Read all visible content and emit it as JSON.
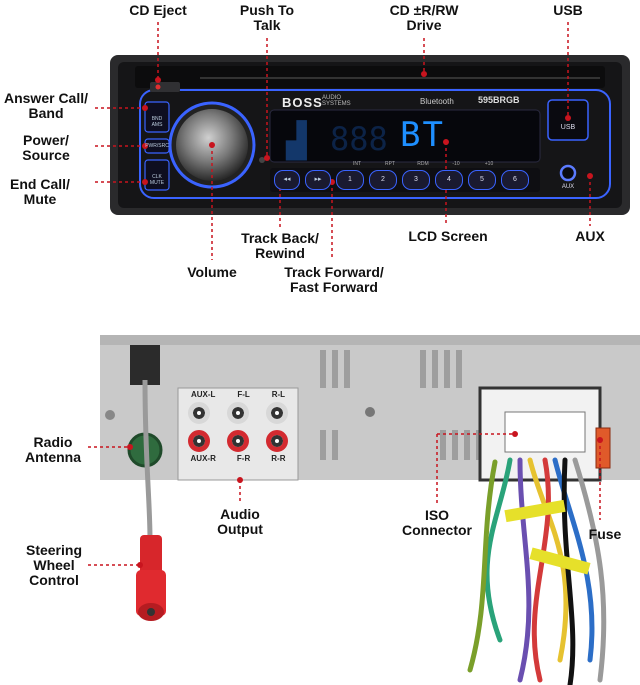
{
  "colors": {
    "leader": "#c8141e",
    "face": "#1a1a1c",
    "accent_blue": "#3a63ff",
    "lcd_text": "#1e8fff",
    "chassis": "#c9c9c9"
  },
  "callouts": {
    "cd_eject": "CD Eject",
    "push_to_talk_1": "Push To",
    "push_to_talk_2": "Talk",
    "cd_drive_1": "CD ±R/RW",
    "cd_drive_2": "Drive",
    "usb": "USB",
    "answer_call_1": "Answer Call/",
    "answer_call_2": "Band",
    "power_1": "Power/",
    "power_2": "Source",
    "end_call_1": "End Call/",
    "end_call_2": "Mute",
    "track_back_1": "Track Back/",
    "track_back_2": "Rewind",
    "lcd_screen": "LCD Screen",
    "aux": "AUX",
    "volume": "Volume",
    "track_forward_1": "Track Forward/",
    "track_forward_2": "Fast Forward",
    "radio_antenna_1": "Radio",
    "radio_antenna_2": "Antenna",
    "audio_output_1": "Audio",
    "audio_output_2": "Output",
    "iso_connector_1": "ISO",
    "iso_connector_2": "Connector",
    "fuse": "Fuse",
    "steering_1": "Steering",
    "steering_2": "Wheel",
    "steering_3": "Control"
  },
  "faceplate": {
    "brand": "BOSS",
    "brand_sub_1": "AUDIO",
    "brand_sub_2": "SYSTEMS",
    "bluetooth": "Bluetooth",
    "model": "595BRGB",
    "band_label_1": "BND",
    "band_label_2": "AMS",
    "power_label": "PWR/SRC",
    "mute_label_1": "CLK",
    "mute_label_2": "MUTE",
    "usb_label": "USB",
    "aux_label": "AUX",
    "lcd_display": "BT",
    "buttons": [
      {
        "number": "1",
        "caption": "INT"
      },
      {
        "number": "2",
        "caption": "RPT"
      },
      {
        "number": "3",
        "caption": "RDM"
      },
      {
        "number": "4",
        "caption": "-10"
      },
      {
        "number": "5",
        "caption": "+10"
      },
      {
        "number": "6",
        "caption": ""
      }
    ]
  },
  "rear": {
    "jacks_top": [
      "AUX-L",
      "F-L",
      "R-L"
    ],
    "jacks_bottom": [
      "AUX-R",
      "F-R",
      "R-R"
    ]
  }
}
